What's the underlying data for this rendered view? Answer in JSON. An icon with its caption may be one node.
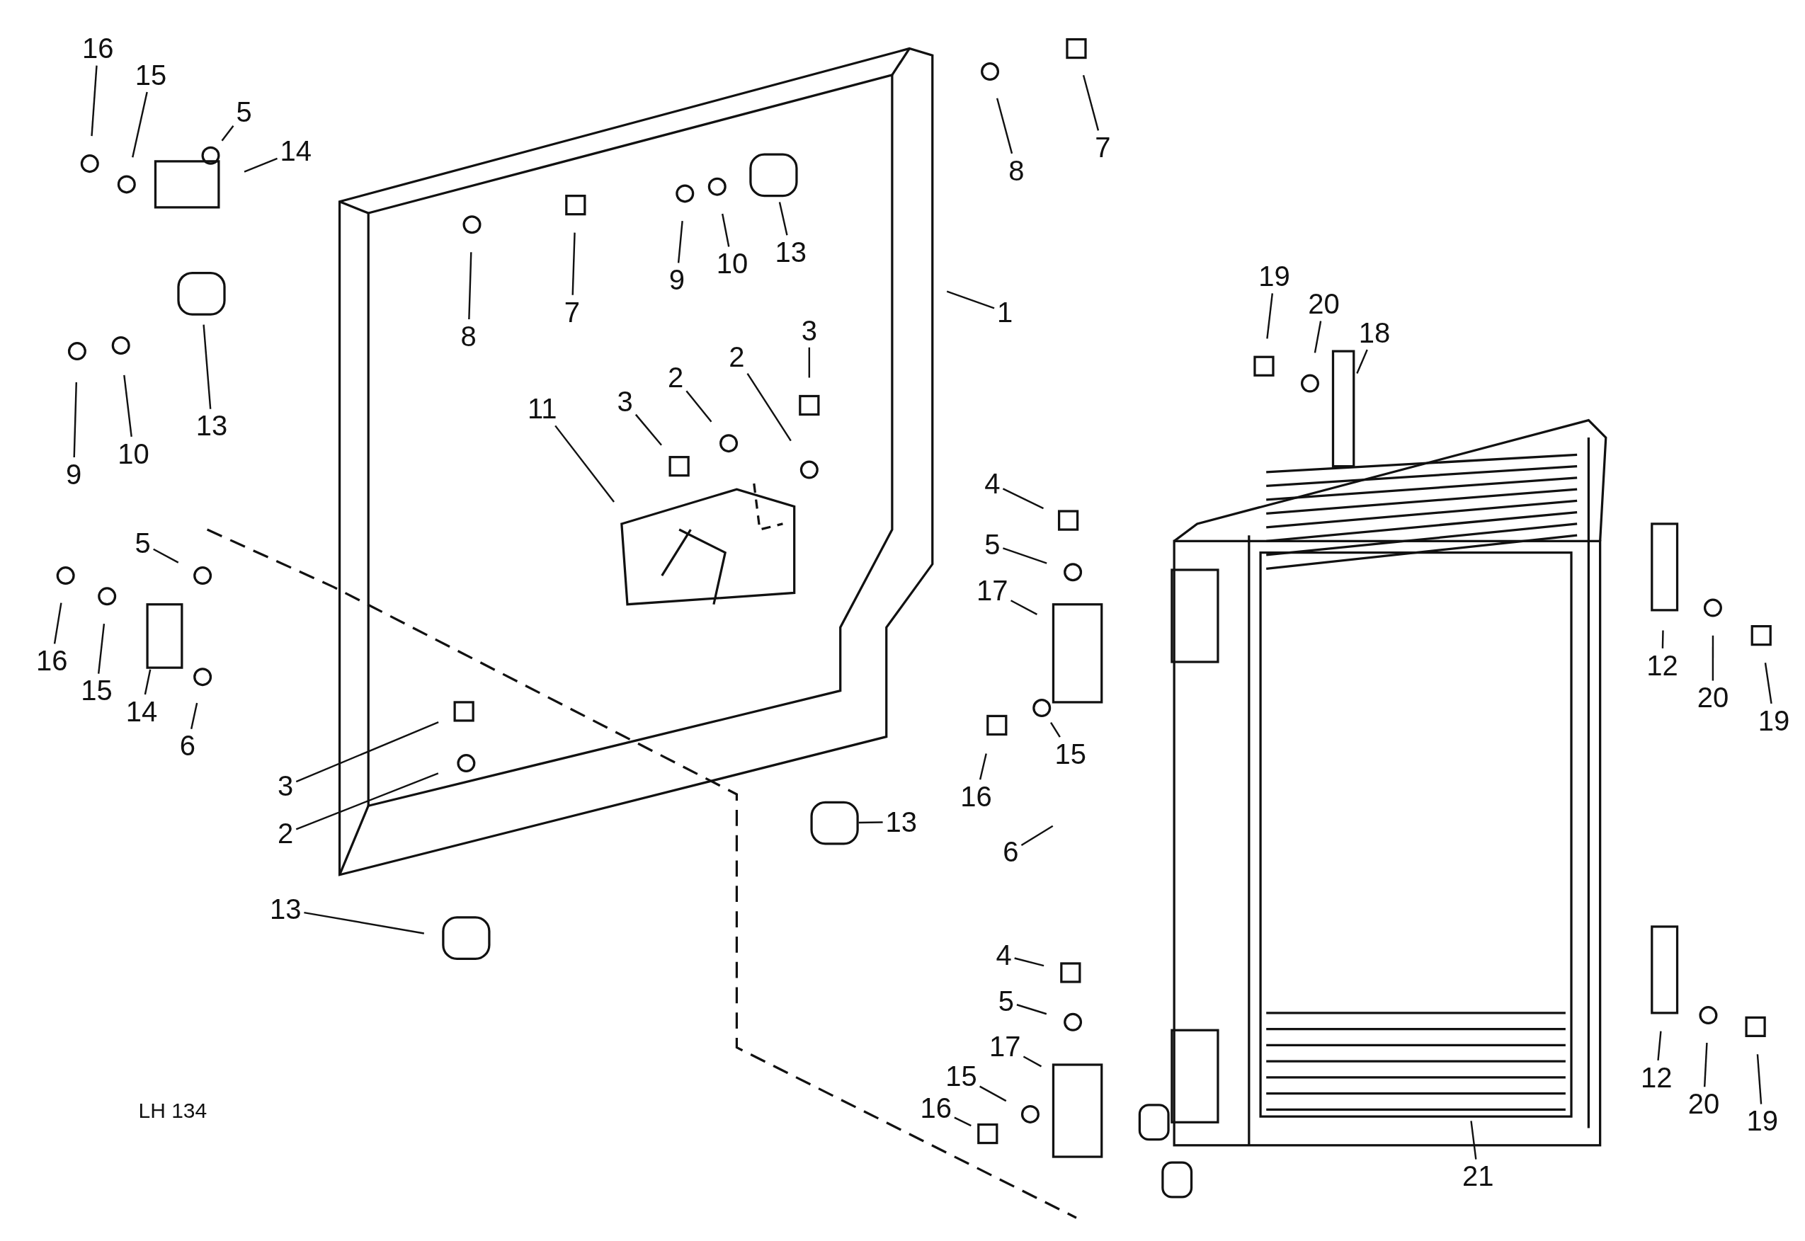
{
  "diagram": {
    "nodes": [
      {
        "text": [
          "16"
        ]
      },
      {
        "text": [
          "15"
        ]
      },
      {
        "text": [
          "5"
        ]
      },
      {
        "text": [
          "14"
        ]
      },
      {
        "text": [
          "8"
        ]
      },
      {
        "text": [
          "7"
        ]
      },
      {
        "text": [
          "9"
        ]
      },
      {
        "text": [
          "10"
        ]
      },
      {
        "text": [
          "13"
        ]
      },
      {
        "text": [
          "8"
        ]
      },
      {
        "text": [
          "7"
        ]
      },
      {
        "text": [
          "1"
        ]
      },
      {
        "text": [
          "13"
        ]
      },
      {
        "text": [
          "9"
        ]
      },
      {
        "text": [
          "10"
        ]
      },
      {
        "text": [
          "19"
        ]
      },
      {
        "text": [
          "20"
        ]
      },
      {
        "text": [
          "18"
        ]
      },
      {
        "text": [
          "3"
        ]
      },
      {
        "text": [
          "2"
        ]
      },
      {
        "text": [
          "2"
        ]
      },
      {
        "text": [
          "11"
        ]
      },
      {
        "text": [
          "3"
        ]
      },
      {
        "text": [
          "4"
        ]
      },
      {
        "text": [
          "5"
        ]
      },
      {
        "text": [
          "5"
        ]
      },
      {
        "text": [
          "17"
        ]
      },
      {
        "text": [
          "16"
        ]
      },
      {
        "text": [
          "15"
        ]
      },
      {
        "text": [
          "14"
        ]
      },
      {
        "text": [
          "6"
        ]
      },
      {
        "text": [
          "12"
        ]
      },
      {
        "text": [
          "20"
        ]
      },
      {
        "text": [
          "19"
        ]
      },
      {
        "text": [
          "3"
        ]
      },
      {
        "text": [
          "2"
        ]
      },
      {
        "text": [
          "13"
        ]
      },
      {
        "text": [
          "16"
        ]
      },
      {
        "text": [
          "15"
        ]
      },
      {
        "text": [
          "6"
        ]
      },
      {
        "text": [
          "13"
        ]
      },
      {
        "text": [
          "4"
        ]
      },
      {
        "text": [
          "5"
        ]
      },
      {
        "text": [
          "17"
        ]
      },
      {
        "text": [
          "15"
        ]
      },
      {
        "text": [
          "16"
        ]
      },
      {
        "text": [
          "12"
        ]
      },
      {
        "text": [
          "20"
        ]
      },
      {
        "text": [
          "19"
        ]
      },
      {
        "text": [
          "21"
        ]
      }
    ],
    "edges": [
      {
        "from": 0,
        "to": null,
        "arrow": "none"
      },
      {
        "from": 1,
        "to": null,
        "arrow": "none"
      },
      {
        "from": 2,
        "to": null,
        "arrow": "none"
      },
      {
        "from": 3,
        "to": null,
        "arrow": "none"
      },
      {
        "from": 4,
        "to": null,
        "arrow": "none"
      },
      {
        "from": 5,
        "to": null,
        "arrow": "none"
      },
      {
        "from": 6,
        "to": null,
        "arrow": "none"
      },
      {
        "from": 7,
        "to": null,
        "arrow": "none"
      },
      {
        "from": 8,
        "to": null,
        "arrow": "none"
      },
      {
        "from": 9,
        "to": null,
        "arrow": "none"
      },
      {
        "from": 10,
        "to": null,
        "arrow": "none"
      },
      {
        "from": 11,
        "to": null,
        "arrow": "none"
      },
      {
        "from": 12,
        "to": null,
        "arrow": "none"
      },
      {
        "from": 13,
        "to": null,
        "arrow": "none"
      },
      {
        "from": 14,
        "to": null,
        "arrow": "none"
      },
      {
        "from": 15,
        "to": null,
        "arrow": "none"
      },
      {
        "from": 16,
        "to": null,
        "arrow": "none"
      },
      {
        "from": 17,
        "to": null,
        "arrow": "none"
      },
      {
        "from": 18,
        "to": null,
        "arrow": "none"
      },
      {
        "from": 19,
        "to": null,
        "arrow": "none"
      },
      {
        "from": 20,
        "to": null,
        "arrow": "none"
      },
      {
        "from": 21,
        "to": null,
        "arrow": "none"
      },
      {
        "from": 22,
        "to": null,
        "arrow": "none"
      },
      {
        "from": 23,
        "to": null,
        "arrow": "none"
      },
      {
        "from": 24,
        "to": null,
        "arrow": "none"
      },
      {
        "from": 25,
        "to": null,
        "arrow": "none"
      },
      {
        "from": 26,
        "to": null,
        "arrow": "none"
      },
      {
        "from": 27,
        "to": null,
        "arrow": "none"
      },
      {
        "from": 28,
        "to": null,
        "arrow": "none"
      },
      {
        "from": 29,
        "to": null,
        "arrow": "none"
      },
      {
        "from": 30,
        "to": null,
        "arrow": "none"
      },
      {
        "from": 31,
        "to": null,
        "arrow": "none"
      },
      {
        "from": 32,
        "to": null,
        "arrow": "none"
      },
      {
        "from": 33,
        "to": null,
        "arrow": "none"
      },
      {
        "from": 34,
        "to": null,
        "arrow": "none"
      },
      {
        "from": 35,
        "to": null,
        "arrow": "none"
      },
      {
        "from": 36,
        "to": null,
        "arrow": "none"
      },
      {
        "from": 37,
        "to": null,
        "arrow": "none"
      },
      {
        "from": 38,
        "to": null,
        "arrow": "none"
      },
      {
        "from": 39,
        "to": null,
        "arrow": "none"
      },
      {
        "from": 40,
        "to": null,
        "arrow": "none"
      },
      {
        "from": 41,
        "to": null,
        "arrow": "none"
      },
      {
        "from": 42,
        "to": null,
        "arrow": "none"
      },
      {
        "from": 43,
        "to": null,
        "arrow": "none"
      },
      {
        "from": 44,
        "to": null,
        "arrow": "none"
      },
      {
        "from": 45,
        "to": null,
        "arrow": "none"
      },
      {
        "from": 46,
        "to": null,
        "arrow": "none"
      },
      {
        "from": 47,
        "to": null,
        "arrow": "none"
      },
      {
        "from": 48,
        "to": null,
        "arrow": "none"
      },
      {
        "from": 49,
        "to": null,
        "arrow": "none"
      }
    ],
    "labels": [
      "LH 134"
    ]
  }
}
